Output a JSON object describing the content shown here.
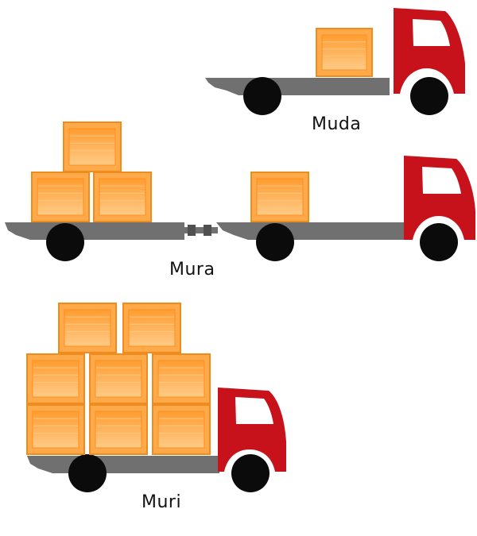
{
  "labels": {
    "muda": "Muda",
    "mura": "Mura",
    "muri": "Muri"
  },
  "trucks": {
    "muda": {
      "crates": 1
    },
    "mura": {
      "trailer_crates": 3,
      "truck_crates": 1
    },
    "muri": {
      "crates": 8
    }
  },
  "colors": {
    "cab": "#c8121b",
    "bed": "#707070",
    "wheel": "#0b0b0b",
    "window": "#ffffff",
    "crate_fill": "#ffaa4a",
    "crate_border": "#f08c1e",
    "crate_inner": "#ff8f1f",
    "crate_slat": "#ffc47a"
  }
}
